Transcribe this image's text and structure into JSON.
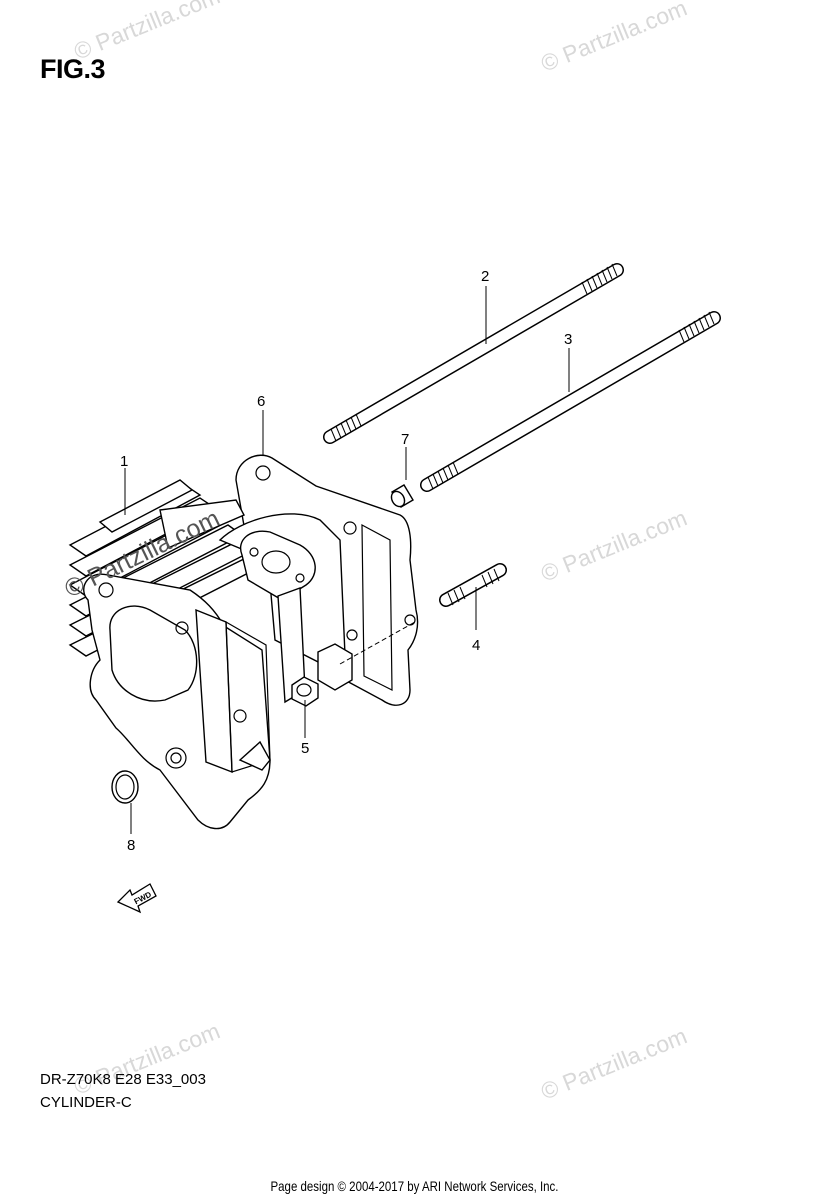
{
  "figure": {
    "title": "FIG.3",
    "model_code": "DR-Z70K8 E28 E33_003",
    "section_name": "CYLINDER-C"
  },
  "footer": {
    "text": "Page design © 2004-2017 by ARI Network Services, Inc."
  },
  "watermark": {
    "text": "© Partzilla.com",
    "prominent_text": "© Partzilla.com",
    "color": "#d8d8d8"
  },
  "fwd_arrow": {
    "label": "FWD"
  },
  "callouts": [
    {
      "number": "1"
    },
    {
      "number": "2"
    },
    {
      "number": "3"
    },
    {
      "number": "4"
    },
    {
      "number": "5"
    },
    {
      "number": "6"
    },
    {
      "number": "7"
    },
    {
      "number": "8"
    }
  ]
}
